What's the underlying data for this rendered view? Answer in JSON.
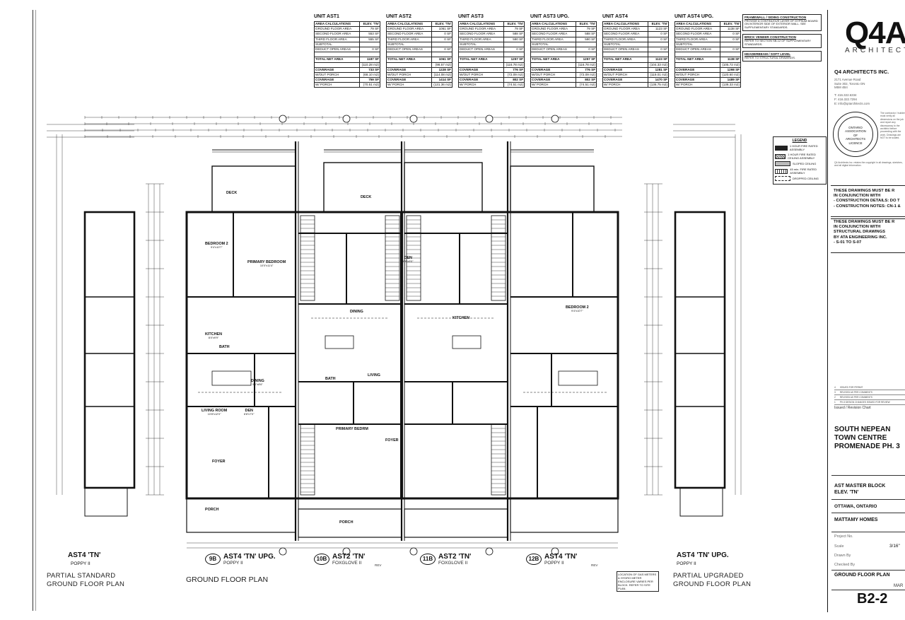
{
  "area_tables": [
    {
      "title": "UNIT AST1",
      "header": [
        "AREA CALCULATIONS",
        "ELEV. 'TN'"
      ],
      "rows": [
        [
          "GROUND FLOOR AREA",
          "79 SF"
        ],
        [
          "SECOND FLOOR AREA",
          "553 SF"
        ],
        [
          "THIRD FLOOR AREA",
          "555 SF"
        ],
        [
          "SUBTOTAL",
          ""
        ],
        [
          "DEDUCT OPEN AREAS",
          "0 SF"
        ],
        [
          "",
          ""
        ],
        [
          "TOTAL NET AREA",
          "1187 SF"
        ],
        [
          "",
          "(110.28 m2)"
        ],
        [
          "COVERAGE",
          "733 SF"
        ],
        [
          "W/OUT PORCH",
          "(68.10 m2)"
        ],
        [
          "COVERAGE",
          "759 SF"
        ],
        [
          "W/ PORCH",
          "(70.51 m2)"
        ]
      ]
    },
    {
      "title": "UNIT AST2",
      "header": [
        "AREA CALCULATIONS",
        "ELEV. 'TN'"
      ],
      "rows": [
        [
          "GROUND FLOOR AREA",
          "1061 SF"
        ],
        [
          "SECOND FLOOR AREA",
          "0 SF"
        ],
        [
          "THIRD FLOOR AREA",
          "0 SF"
        ],
        [
          "SUBTOTAL",
          ""
        ],
        [
          "DEDUCT OPEN AREAS",
          "0 SF"
        ],
        [
          "",
          ""
        ],
        [
          "TOTAL NET AREA",
          "1061 SF"
        ],
        [
          "",
          "(98.57 m2)"
        ],
        [
          "COVERAGE",
          "1228 SF"
        ],
        [
          "W/OUT PORCH",
          "(114.08 m2)"
        ],
        [
          "COVERAGE",
          "1414 SF"
        ],
        [
          "W/ PORCH",
          "(131.36 m2)"
        ]
      ]
    },
    {
      "title": "UNIT AST3",
      "header": [
        "AREA CALCULATIONS",
        "ELEV. 'TN'"
      ],
      "rows": [
        [
          "GROUND FLOOR AREA",
          "79 SF"
        ],
        [
          "SECOND FLOOR AREA",
          "588 SF"
        ],
        [
          "THIRD FLOOR AREA",
          "590 SF"
        ],
        [
          "SUBTOTAL",
          ""
        ],
        [
          "DEDUCT OPEN AREAS",
          "0 SF"
        ],
        [
          "",
          ""
        ],
        [
          "TOTAL NET AREA",
          "1257 SF"
        ],
        [
          "",
          "(116.78 m2)"
        ],
        [
          "COVERAGE",
          "776 SF"
        ],
        [
          "W/OUT PORCH",
          "(72.09 m2)"
        ],
        [
          "COVERAGE",
          "802 SF"
        ],
        [
          "W/ PORCH",
          "(74.51 m2)"
        ]
      ]
    },
    {
      "title": "UNIT AST3 UPG.",
      "header": [
        "AREA CALCULATIONS",
        "ELEV. 'TN'"
      ],
      "rows": [
        [
          "GROUND FLOOR AREA",
          "79 SF"
        ],
        [
          "SECOND FLOOR AREA",
          "588 SF"
        ],
        [
          "THIRD FLOOR AREA",
          "590 SF"
        ],
        [
          "SUBTOTAL",
          ""
        ],
        [
          "DEDUCT OPEN AREAS",
          "0 SF"
        ],
        [
          "",
          ""
        ],
        [
          "TOTAL NET AREA",
          "1257 SF"
        ],
        [
          "",
          "(116.78 m2)"
        ],
        [
          "COVERAGE",
          "776 SF"
        ],
        [
          "W/OUT PORCH",
          "(72.09 m2)"
        ],
        [
          "COVERAGE",
          "802 SF"
        ],
        [
          "W/ PORCH",
          "(74.51 m2)"
        ]
      ]
    },
    {
      "title": "UNIT AST4",
      "header": [
        "AREA CALCULATIONS",
        "ELEV. 'TN'"
      ],
      "rows": [
        [
          "GROUND FLOOR AREA",
          "1123 SF"
        ],
        [
          "SECOND FLOOR AREA",
          "0 SF"
        ],
        [
          "THIRD FLOOR AREA",
          "0 SF"
        ],
        [
          "SUBTOTAL",
          ""
        ],
        [
          "DEDUCT OPEN AREAS",
          "0 SF"
        ],
        [
          "",
          ""
        ],
        [
          "TOTAL NET AREA",
          "1123 SF"
        ],
        [
          "",
          "(104.33 m2)"
        ],
        [
          "COVERAGE",
          "1281 SF"
        ],
        [
          "W/OUT PORCH",
          "(119.01 m2)"
        ],
        [
          "COVERAGE",
          "1470 SF"
        ],
        [
          "W/ PORCH",
          "(136.75 m2)"
        ]
      ]
    },
    {
      "title": "UNIT AST4 UPG.",
      "header": [
        "AREA CALCULATIONS",
        "ELEV. 'TN'"
      ],
      "rows": [
        [
          "GROUND FLOOR AREA",
          "1138 SF"
        ],
        [
          "SECOND FLOOR AREA",
          "0 SF"
        ],
        [
          "THIRD FLOOR AREA",
          "0 SF"
        ],
        [
          "SUBTOTAL",
          ""
        ],
        [
          "DEDUCT OPEN AREAS",
          "0 SF"
        ],
        [
          "",
          ""
        ],
        [
          "TOTAL NET AREA",
          "1138 SF"
        ],
        [
          "",
          "(105.72 m2)"
        ],
        [
          "COVERAGE",
          "1298 SF"
        ],
        [
          "W/OUT PORCH",
          "(120.60 m2)"
        ],
        [
          "COVERAGE",
          "1489 SF"
        ],
        [
          "W/ PORCH",
          "(138.33 m2)"
        ]
      ]
    }
  ],
  "notes": [
    {
      "heading": "FRAMEWALL / SIDING CONSTRUCTION",
      "text": "PROVIDE A CONTINUOUS LAYER OF GYPSUM BOARD ON INTERIOR SIDE OF EXTERIOR WALL. SEE SUPPLEMENTARY STANDARDS."
    },
    {
      "heading": "BRICK VENEER CONSTRUCTION",
      "text": "REFER TO SECTION SB-12 OF SUPPLEMENTARY STANDARDS."
    },
    {
      "heading": "HEADERBEAM / SOFT LEVEL",
      "text": "REFER TO STRUCTURAL DRAWINGS."
    }
  ],
  "legend": {
    "title": "LEGEND",
    "items": [
      "1 HOUR FIRE RATED ASSEMBLY",
      "1 HOUR FIRE RATED CEILING ASSEMBLY",
      "SLOPED CEILING",
      "45 min. FIRE RATED ASSEMBLY",
      "DROPPED CEILING"
    ]
  },
  "firm": {
    "logo": "Q4A",
    "logo_sub": "ARCHITECTS",
    "name": "Q4 ARCHITECTS INC.",
    "address": [
      "2171 Avenue Road",
      "Suite 302, Toronto ON",
      "M5M 4B4",
      "",
      "T: 416.322.6334",
      "F: 416.322.7294",
      "E: info@q4architects.com"
    ],
    "seal": [
      "ONTARIO ASSOCIATION",
      "OF",
      "ARCHITECTS",
      "LICENCE"
    ],
    "fine_print": "The contractor / builder must verify all dimensions on the job and report any discrepancy to the architect before proceeding with the work. Drawings are NOT to be scaled.",
    "copyright": "Q4 Architects Inc. retains the copyright in all drawings, sketches, and all digital information."
  },
  "warnings": [
    [
      "THESE DRAWINGS MUST BE R",
      "IN CONJUNCTION WITH",
      "- CONSTRUCTION DETAILS: DO T",
      "- CONSTRUCTION NOTES: CN-1 &"
    ],
    [
      "THESE DRAWINGS MUST BE R",
      "IN CONJUNCTION WITH",
      "STRUCTURAL DRAWINGS",
      "BY ATA ENGINEERING INC.",
      "- S-01 TO S-07"
    ]
  ],
  "revisions": {
    "rows": [
      [
        "4",
        "ISSUED FOR PERMIT"
      ],
      [
        "3",
        "REVISED AS PER COMMENTS"
      ],
      [
        "2",
        "REVISED AS PER COMMENTS"
      ],
      [
        "1",
        "PH.3 DESIGN CHANGES ISSUED FOR REVIEW"
      ]
    ],
    "caption": "Issued / Revision Chart"
  },
  "project": {
    "name": [
      "SOUTH NEPEAN",
      "TOWN CENTRE",
      "PROMENADE PH. 3"
    ],
    "block": [
      "AST MASTER BLOCK",
      "ELEV. 'TN'"
    ],
    "location": "OTTAWA, ONTARIO",
    "client": "MATTAMY HOMES",
    "project_no_label": "Project No.",
    "scale_label": "Scale",
    "scale_value": "3/16\"",
    "drawn_by_label": "Drawn By",
    "checked_by_label": "Checked By",
    "sheet_title": "GROUND FLOOR PLAN",
    "date_fragment": "MAR",
    "sheet_number": "B2-2"
  },
  "plans": {
    "left_partial": {
      "unit": "AST4 'TN'",
      "model": "POPPY II",
      "title": [
        "PARTIAL STANDARD",
        "GROUND FLOOR PLAN"
      ]
    },
    "center_title": "GROUND FLOOR PLAN",
    "right_partial": {
      "unit": "AST4 'TN' UPG.",
      "model": "POPPY II",
      "title": [
        "PARTIAL UPGRADED",
        "GROUND FLOOR PLAN"
      ]
    },
    "bubbles": [
      {
        "id": "9B",
        "unit": "AST4 'TN' UPG.",
        "model": "POPPY II",
        "rev": ""
      },
      {
        "id": "10B",
        "unit": "AST2 'TN'",
        "model": "FOXGLOVE II",
        "rev": "REV"
      },
      {
        "id": "11B",
        "unit": "AST2 'TN'",
        "model": "FOXGLOVE II",
        "rev": ""
      },
      {
        "id": "12B",
        "unit": "AST4 'TN'",
        "model": "POPPY II",
        "rev": "REV"
      }
    ],
    "gas_note": "LOCATION OF GAS METERS & HYDRO METER ENCLOSURE VARIES PER BLOCK. REFER TO SITE PLAN.",
    "rooms": [
      {
        "name": "BEDROOM 2",
        "dim": "9'4\"x10'7\""
      },
      {
        "name": "PRIMARY BEDROOM",
        "dim": "10'0\"x11'4\""
      },
      {
        "name": "KITCHEN",
        "dim": "8'4\"x9'9\""
      },
      {
        "name": "DINING",
        "dim": "9'0\"x8'6\""
      },
      {
        "name": "LIVING ROOM",
        "dim": "10'8\"x12'0\""
      },
      {
        "name": "DEN",
        "dim": "6'8\"x7'0\""
      },
      {
        "name": "BATH",
        "dim": ""
      },
      {
        "name": "FOYER",
        "dim": ""
      },
      {
        "name": "PORCH",
        "dim": ""
      },
      {
        "name": "DECK",
        "dim": ""
      },
      {
        "name": "BEDROOM 2",
        "dim": "9'4\"x10'7\""
      },
      {
        "name": "DEN",
        "dim": "8'8\"x9'0\""
      },
      {
        "name": "DINING",
        "dim": ""
      },
      {
        "name": "KITCHEN",
        "dim": ""
      },
      {
        "name": "LIVING",
        "dim": ""
      },
      {
        "name": "PRIMARY BEDRM",
        "dim": ""
      },
      {
        "name": "BATH",
        "dim": ""
      },
      {
        "name": "FOYER",
        "dim": ""
      },
      {
        "name": "PORCH",
        "dim": ""
      },
      {
        "name": "DECK",
        "dim": ""
      }
    ]
  }
}
